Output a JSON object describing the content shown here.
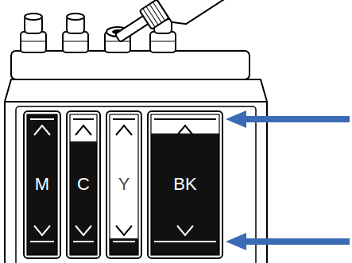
{
  "diagram": {
    "nodes": [
      {
        "text": [
          "M"
        ]
      },
      {
        "text": [
          "C"
        ]
      },
      {
        "text": [
          "Y"
        ]
      },
      {
        "text": [
          "BK"
        ]
      }
    ]
  }
}
